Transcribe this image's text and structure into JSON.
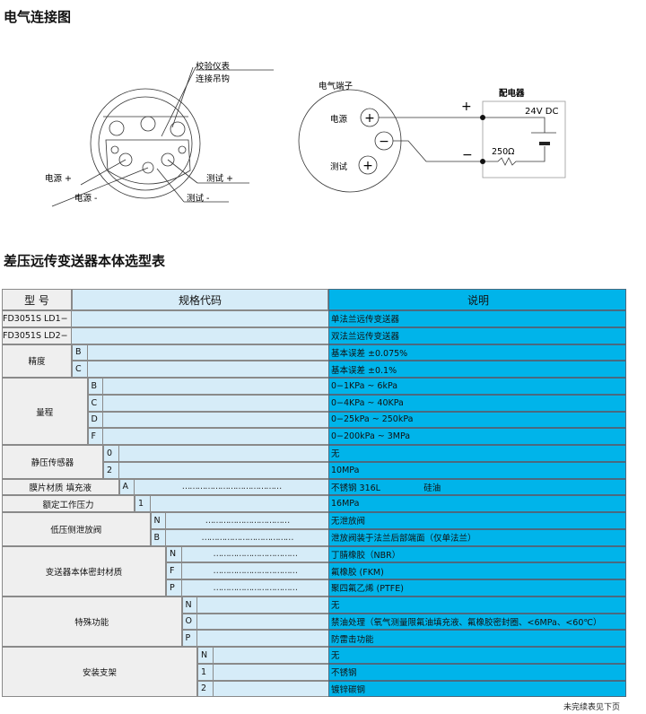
{
  "section1_title": "电气连接图",
  "diagram_left": {
    "hook_label_1": "校验仪表",
    "hook_label_2": "连接吊钩",
    "power_plus": "电源 +",
    "power_minus": "电源 -",
    "test_plus": "测试 +",
    "test_minus": "测试 -"
  },
  "diagram_right": {
    "terminal_title": "电气端子",
    "power": "电源",
    "test": "测试",
    "supply_title": "配电器",
    "voltage": "24V DC",
    "resistor": "250Ω",
    "plus": "+",
    "minus": "−"
  },
  "section2_title": "差压远传变送器本体选型表",
  "table": {
    "headers": {
      "model": "型 号",
      "code": "规格代码",
      "desc": "说明"
    },
    "models": [
      {
        "label": "FD3051S LD1−",
        "desc": "单法兰远传变送器"
      },
      {
        "label": "FD3051S LD2−",
        "desc": "双法兰远传变送器"
      }
    ],
    "groups": [
      {
        "label": "精度",
        "items": [
          {
            "code": "B",
            "desc": "基本误差 ±0.075%"
          },
          {
            "code": "C",
            "desc": "基本误差 ±0.1%"
          }
        ]
      },
      {
        "label": "量程",
        "items": [
          {
            "code": "B",
            "desc": "0−1KPa ~ 6kPa"
          },
          {
            "code": "C",
            "desc": "0−4KPa ~ 40KPa"
          },
          {
            "code": "D",
            "desc": "0−25kPa ~ 250kPa"
          },
          {
            "code": "F",
            "desc": "0−200kPa ~ 3MPa"
          }
        ]
      },
      {
        "label": "静压传感器",
        "items": [
          {
            "code": "0",
            "desc": "无"
          },
          {
            "code": "2",
            "desc": "10MPa"
          }
        ]
      },
      {
        "label": "膜片材质 填充液",
        "items": [
          {
            "code": "A",
            "dots": "…………………………………",
            "desc": "不锈钢 316L                硅油"
          }
        ]
      },
      {
        "label": "额定工作压力",
        "items": [
          {
            "code": "1",
            "desc": "16MPa"
          }
        ]
      },
      {
        "label": "低压侧泄放阀",
        "items": [
          {
            "code": "N",
            "dots": "……………………………",
            "desc": "无泄放阀"
          },
          {
            "code": "B",
            "dots": "………………………………",
            "desc": "泄放阀装于法兰后部端面（仅单法兰）"
          }
        ]
      },
      {
        "label": "变送器本体密封材质",
        "items": [
          {
            "code": "N",
            "dots": "……………………………",
            "desc": "丁腈橡胶（NBR）"
          },
          {
            "code": "F",
            "dots": "……………………………",
            "desc": "氟橡胶 (FKM)"
          },
          {
            "code": "P",
            "dots": "……………………………",
            "desc": "聚四氟乙烯 (PTFE)"
          }
        ]
      },
      {
        "label": "特殊功能",
        "items": [
          {
            "code": "N",
            "desc": "无"
          },
          {
            "code": "O",
            "desc": "禁油处理（氧气测量限氟油填充液、氟橡胶密封圈、<6MPa、<60℃）"
          },
          {
            "code": "P",
            "desc": "防雷击功能"
          }
        ]
      },
      {
        "label": "安装支架",
        "items": [
          {
            "code": "N",
            "desc": "无"
          },
          {
            "code": "1",
            "desc": "不锈钢"
          },
          {
            "code": "2",
            "desc": "镀锌碳钢"
          }
        ]
      }
    ]
  },
  "footer_note": "未完续表见下页"
}
